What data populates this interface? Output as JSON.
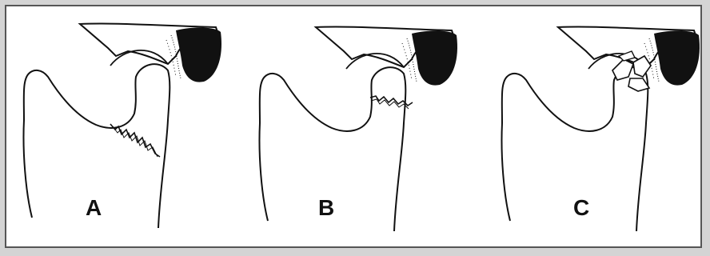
{
  "panels": [
    {
      "id": "A",
      "label": "A",
      "type": "fracture line across lower neck"
    },
    {
      "id": "B",
      "label": "B",
      "type": "fracture line at neck base"
    },
    {
      "id": "C",
      "label": "C",
      "type": "comminuted fragments in the fossa"
    }
  ],
  "colors": {
    "background": "#d4d4d4",
    "panel": "#ffffff",
    "ink": "#111111",
    "border": "#555555"
  }
}
